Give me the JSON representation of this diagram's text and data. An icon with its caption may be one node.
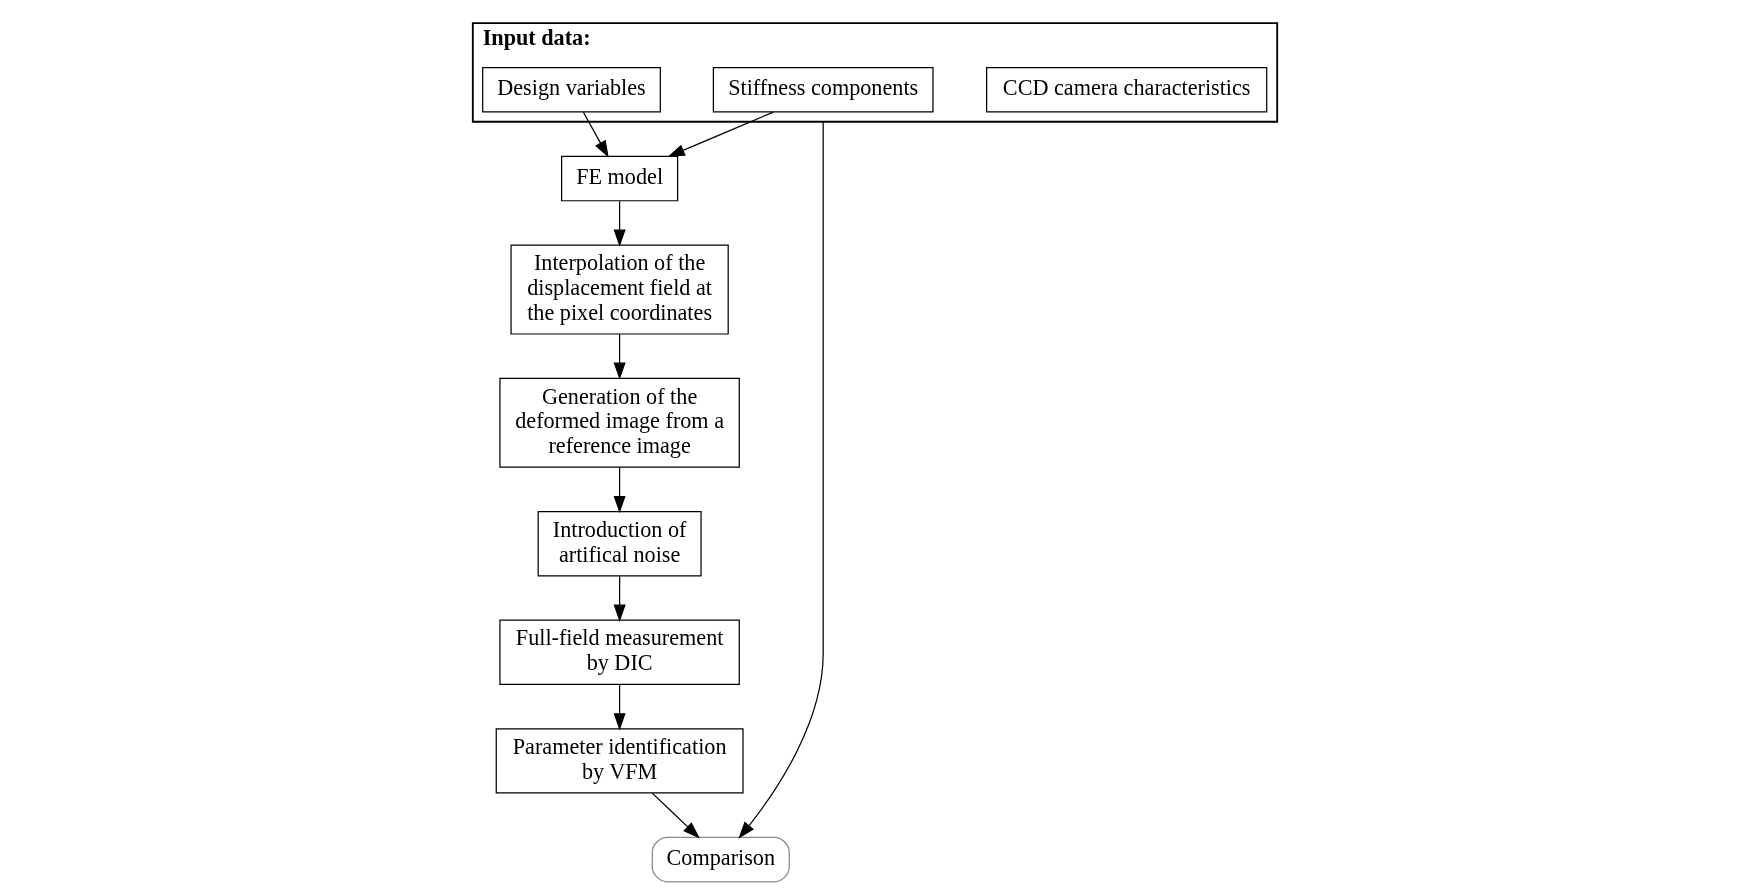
{
  "diagram": {
    "nodes": [
      {
        "text": [
          "Input data:"
        ]
      },
      {
        "text": [
          "CCD camera characteristics"
        ],
        "in": 0
      },
      {
        "text": [
          "Design variables"
        ],
        "in": 0
      },
      {
        "text": [
          "Stiffness components"
        ],
        "in": 0
      },
      {
        "text": [
          "FE model"
        ]
      },
      {
        "text": [
          "Interpolation of the displacement field at the pixel coordinates"
        ]
      },
      {
        "text": [
          "Generation of the deformed image from a reference image"
        ]
      },
      {
        "text": [
          "Introduction of artifical noise"
        ]
      },
      {
        "text": [
          "Full-field measurement by DIC"
        ]
      },
      {
        "text": [
          "Parameter identification by VFM"
        ]
      },
      {
        "text": [
          "Comparison"
        ]
      }
    ],
    "edges": [
      {
        "from": 2,
        "to": 4,
        "arrow": "to"
      },
      {
        "from": 3,
        "to": 4,
        "arrow": "to"
      },
      {
        "from": 4,
        "to": 5,
        "arrow": "to"
      },
      {
        "from": 5,
        "to": 6,
        "arrow": "to"
      },
      {
        "from": 6,
        "to": 7,
        "arrow": "to"
      },
      {
        "from": 7,
        "to": 8,
        "arrow": "to"
      },
      {
        "from": 8,
        "to": 9,
        "arrow": "to"
      },
      {
        "from": 9,
        "to": 10,
        "arrow": "to"
      },
      {
        "from": 0,
        "to": 10,
        "arrow": "to"
      }
    ]
  }
}
